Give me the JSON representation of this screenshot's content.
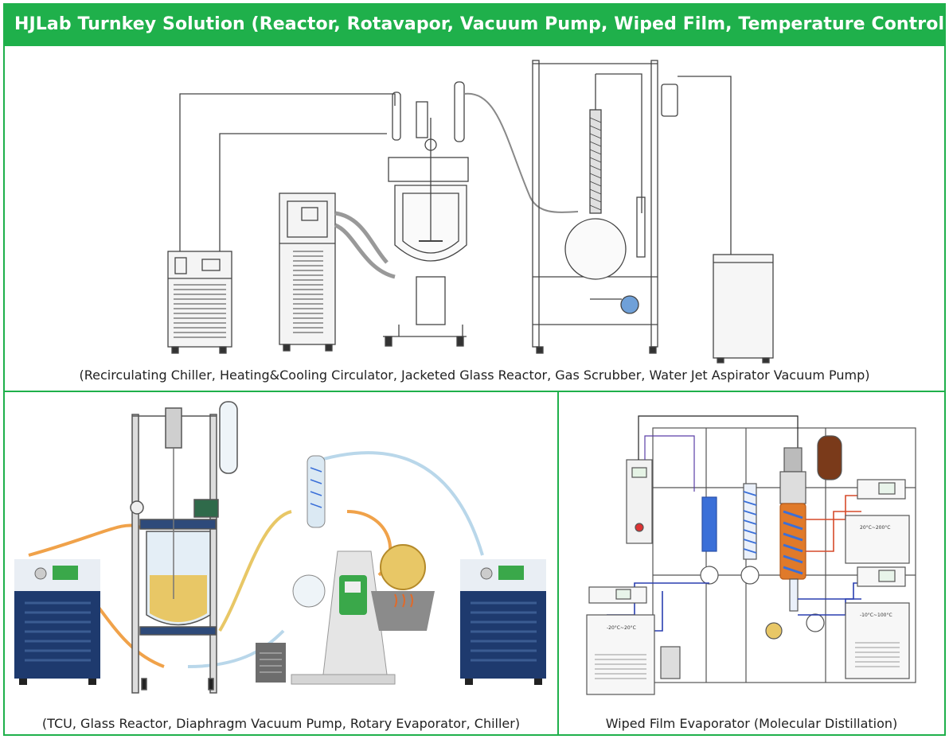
{
  "header": {
    "title": "HJLab Turnkey Solution (Reactor, Rotavapor, Vacuum Pump, Wiped Film, Temperature Controlling)"
  },
  "panels": {
    "top": {
      "caption": "(Recirculating Chiller, Heating&Cooling Circulator, Jacketed Glass Reactor, Gas Scrubber, Water Jet Aspirator Vacuum Pump)"
    },
    "bottom_left": {
      "caption": "(TCU, Glass Reactor, Diaphragm Vacuum Pump, Rotary Evaporator, Chiller)"
    },
    "bottom_right": {
      "caption": "Wiped Film Evaporator (Molecular Distillation)",
      "labels": {
        "left_chiller": "-20°C~20°C",
        "upper_bath": "20°C~200°C",
        "lower_bath": "-10°C~100°C"
      }
    }
  },
  "colors": {
    "accent_green": "#1fb04b",
    "line_gray": "#444444",
    "chiller_blue": "#1e3a6e",
    "tube_orange": "#f0a24a",
    "tube_light_blue": "#b9d7ea",
    "liquid_yellow": "#e8c766",
    "coil_blue": "#3a6fd8",
    "coil_red": "#d64a2a",
    "device_green": "#3aa84a"
  }
}
